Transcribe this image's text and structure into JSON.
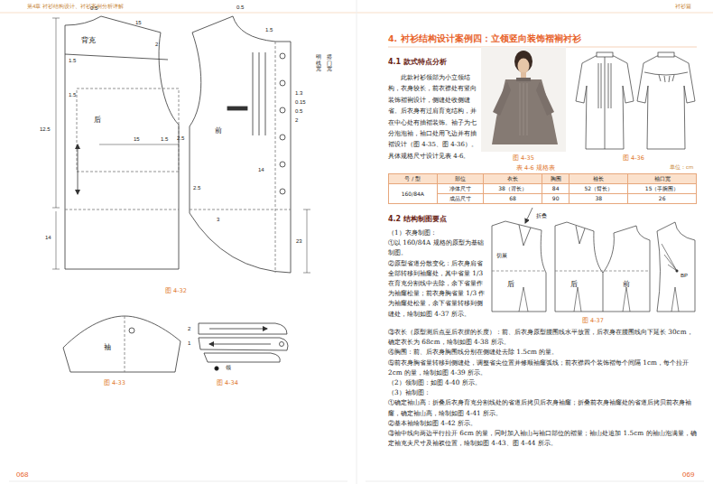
{
  "diagram": {
    "title": "4. 衬衫结构设计案例四：立领竖向装饰褶裥衬衫",
    "labels": [
      "第4章 衬衫结构设计、衬衫案例分析详解",
      "衬衫篇",
      "0.5",
      "背克",
      "15",
      "2",
      "1.5",
      "1.5",
      "后",
      "15",
      "1.5",
      "12.5",
      "14",
      "0.5",
      "1.5",
      "前",
      "2.5",
      "2.5",
      "3",
      "14",
      "23",
      "1.3",
      "0.15",
      "0.5",
      "2",
      "明线宽",
      "搭门宽",
      "图 4-32",
      "袖",
      "图 4-33",
      "2",
      "1",
      "领",
      "图 4-34",
      "4.1 款式特点分析",
      "此款衬衫领部为小立领结构，衣身较长，前衣襟处有竖向装饰褶裥设计，侧缝处收侧缝省。后衣身有过肩育克结构，并在中心处有抽褶装饰。袖子为七分泡泡袖，袖口处用飞边并有抽褶设计（图 4-35、图 4-36）。具体规格尺寸设计见表 4-6。",
      "图 4-35",
      "图 4-36",
      "表 4-6 规格表",
      "单位：cm",
      "号 / 型",
      "部位",
      "衣长",
      "胸围",
      "袖长",
      "袖口宽",
      "160/84A",
      "净体尺寸",
      "38（背长）",
      "84",
      "52（臂长）",
      "15（手腕围）",
      "成品尺寸",
      "68",
      "90",
      "38",
      "26",
      "4.2 结构制图要点",
      "（1）衣身制图：",
      "①以 160/84A 规格的原型为基础制图。",
      "②原型省道分散变化：后衣身肩省全部转移到袖窿处，其中省量 1/3 在育克分割线中去除，余下省量作为袖窿松量；前衣身胸省量 1/3 作为袖窿处松量，余下省量转移到侧缝处，绘制如图 4-37 所示。",
      "折叠",
      "切展",
      "后",
      "后",
      "前",
      "BP",
      "图 4-37",
      "③衣长（原型测后点至后衣摆的长度）：前、后衣身原型腰围线水平放置，后衣身在腰围线向下延长 30cm，确定衣长为 68cm，绘制如图 4-38 所示。",
      "④胸围：前、后衣身胸围线分别在侧缝处去除 1.5cm 的量。",
      "⑤前衣身胸省量转移到侧缝处，调整省尖位置并修顺袖窿弧线；前衣襟四个装饰褶每个间隔 1cm，每个拉开 2cm 的量，绘制如图 4-39 所示。",
      "（2）领制图：如图 4-40 所示。",
      "（3）袖制图：",
      "①确定袖山高：折叠后衣身育克分割线处的省道后拷贝后衣身袖窿；折叠前衣身袖窿处的省道后拷贝前衣身袖窿，确定袖山高，绘制如图 4-41 所示。",
      "②基本袖绘制如图 4-42 所示。",
      "③袖中线向两边平行拉开 6cm 的量，同时加入袖山与袖口部位的褶量；袖山处追加 1.5cm 的袖山泡满量，确定袖克夫尺寸及袖衩位置，绘制如图 4-43、图 4-44 所示。",
      "068",
      "069"
    ]
  }
}
